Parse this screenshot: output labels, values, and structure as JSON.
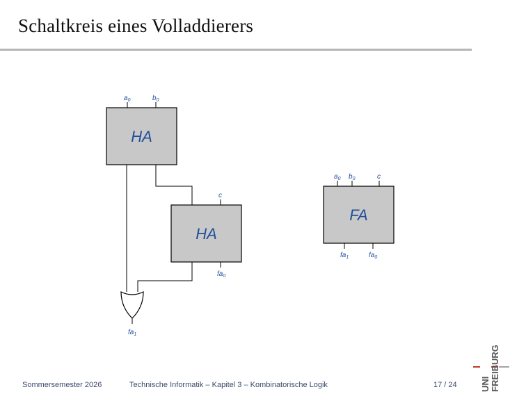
{
  "slide": {
    "title": "Schaltkreis eines Volladdierers"
  },
  "diagram": {
    "ha_top": {
      "label": "HA",
      "in1_base": "a",
      "in1_sub": "0",
      "in2_base": "b",
      "in2_sub": "0"
    },
    "ha_bottom": {
      "label": "HA",
      "in_label": "c",
      "out_base": "fa",
      "out_sub": "0"
    },
    "or_gate": {
      "out_base": "fa",
      "out_sub": "1"
    },
    "fa": {
      "label": "FA",
      "in1_base": "a",
      "in1_sub": "0",
      "in2_base": "b",
      "in2_sub": "0",
      "in3_label": "c",
      "out1_base": "fa",
      "out1_sub": "1",
      "out2_base": "fa",
      "out2_sub": "0"
    }
  },
  "footer": {
    "term": "Sommersemester 2026",
    "course": "Technische Informatik – Kapitel 3 – Kombinatorische Logik",
    "page": "17 / 24"
  },
  "logo": {
    "line1": "UNI",
    "line2": "FREIBURG"
  },
  "colors": {
    "label_blue": "#1f4e9a",
    "block_fill": "#c8c8c8",
    "logo_red": "#c0392b"
  }
}
